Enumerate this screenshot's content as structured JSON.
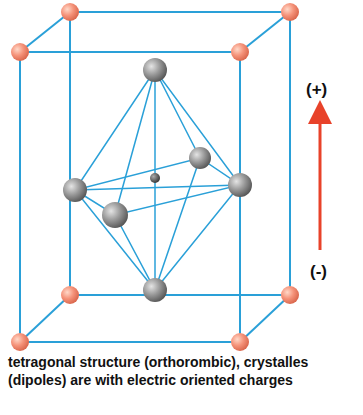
{
  "diagram": {
    "caption": "tetragonal structure (orthorombic), crystalles (dipoles) are with electric oriented charges",
    "labels": [
      "(+)",
      "(-)"
    ]
  }
}
